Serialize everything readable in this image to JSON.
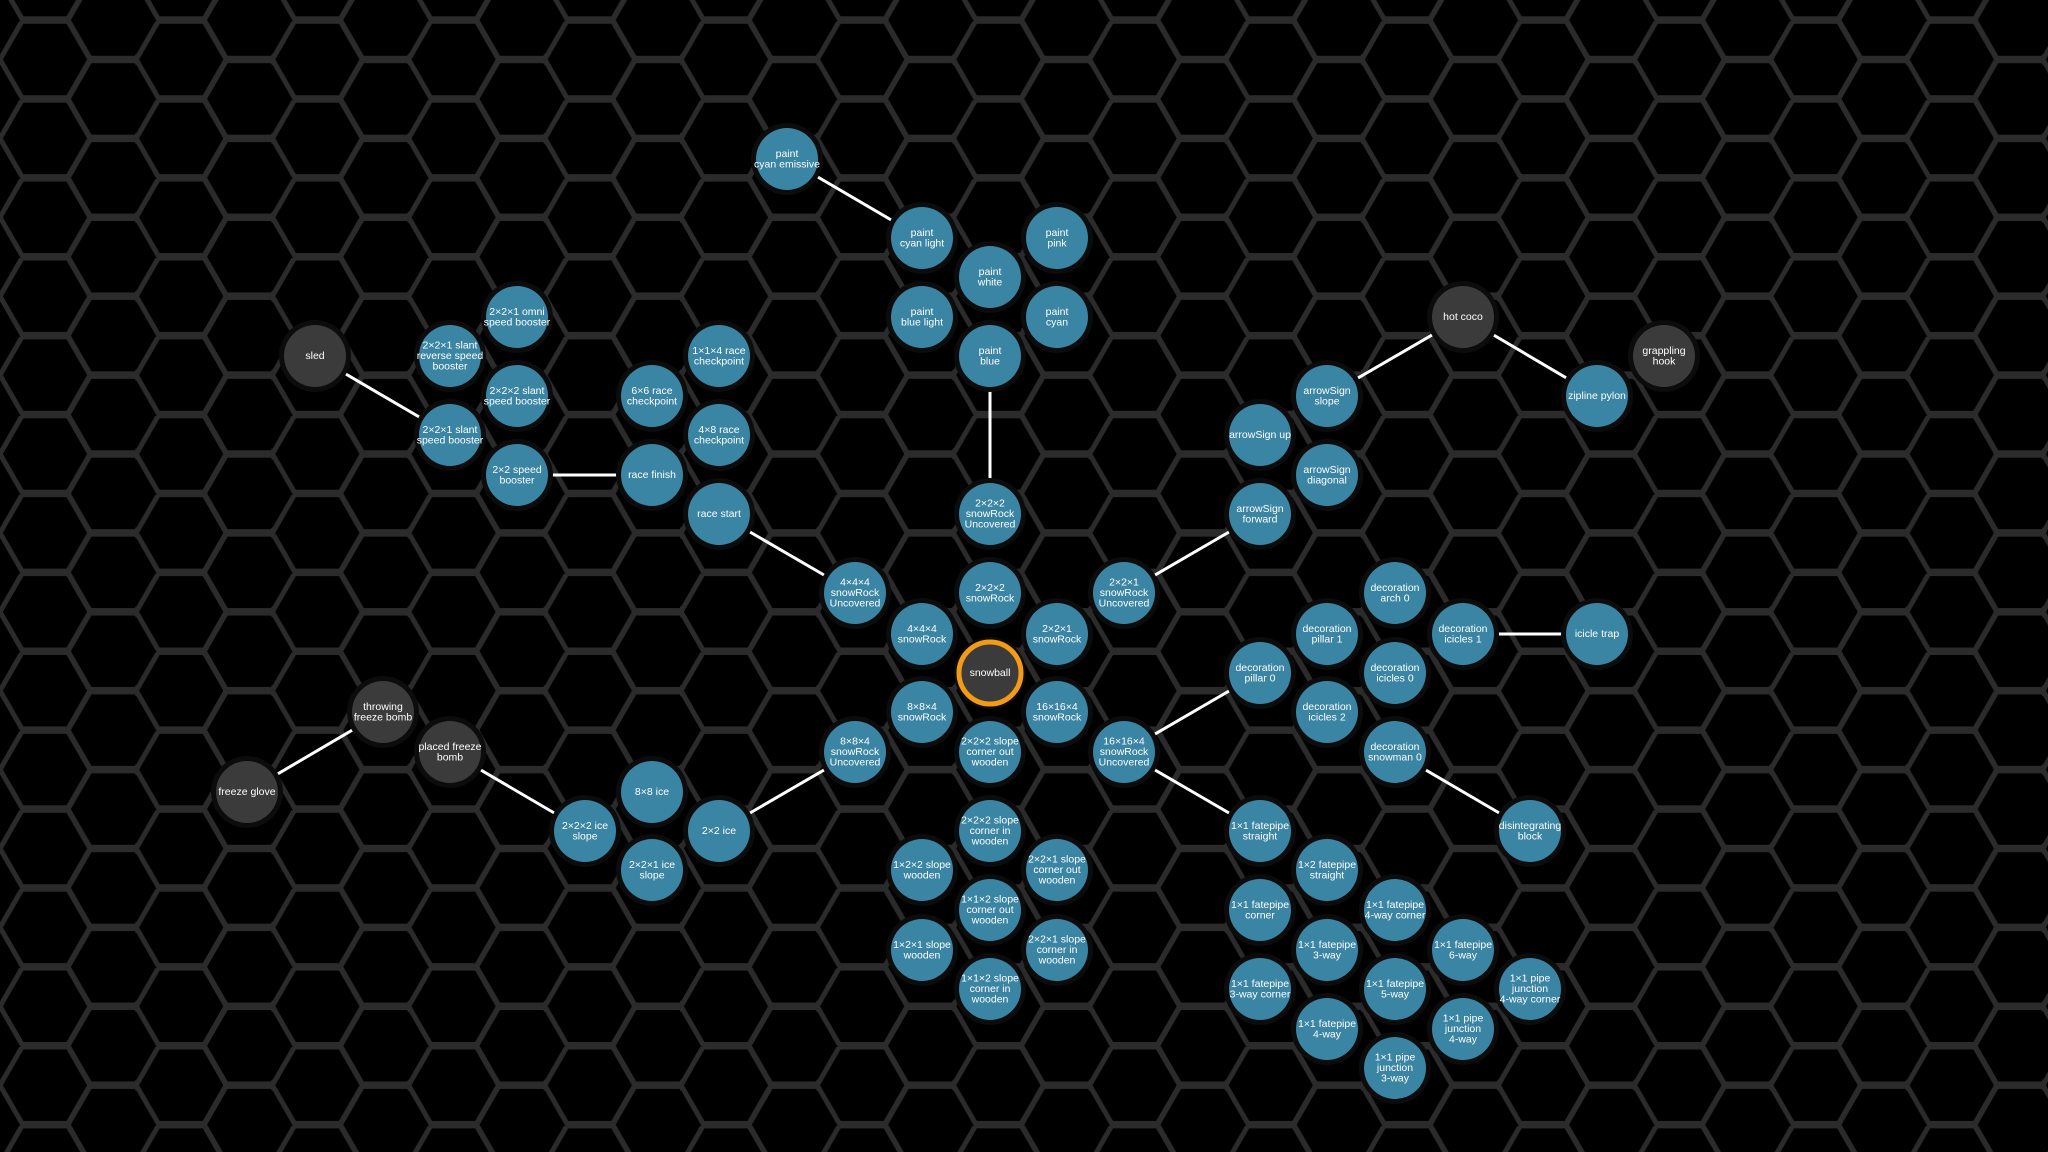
{
  "colors": {
    "background": "#000000",
    "hex_grid": "#2b2b2b",
    "node_unlocked": "#3a84a4",
    "node_locked": "#3b3b3b",
    "node_ring": "#0c0c0c",
    "link": "#ffffff",
    "selected_ring": "#f39a16"
  },
  "nodes": [
    {
      "id": "snowball",
      "label": [
        "snowball"
      ],
      "state": "locked",
      "selected": true
    },
    {
      "id": "2x2x2-snowrock",
      "label": [
        "2×2×2",
        "snowRock"
      ],
      "state": "unlocked"
    },
    {
      "id": "2x2x1-snowrock",
      "label": [
        "2×2×1",
        "snowRock"
      ],
      "state": "unlocked"
    },
    {
      "id": "16x16x4-snowrock",
      "label": [
        "16×16×4",
        "snowRock"
      ],
      "state": "unlocked"
    },
    {
      "id": "2x2x2-slope-corner-out-wooden",
      "label": [
        "2×2×2 slope",
        "corner out",
        "wooden"
      ],
      "state": "unlocked"
    },
    {
      "id": "8x8x4-snowrock",
      "label": [
        "8×8×4",
        "snowRock"
      ],
      "state": "unlocked"
    },
    {
      "id": "4x4x4-snowrock",
      "label": [
        "4×4×4",
        "snowRock"
      ],
      "state": "unlocked"
    },
    {
      "id": "2x2x2-snowrock-uncovered",
      "label": [
        "2×2×2",
        "snowRock",
        "Uncovered"
      ],
      "state": "unlocked"
    },
    {
      "id": "2x2x1-snowrock-uncovered",
      "label": [
        "2×2×1",
        "snowRock",
        "Uncovered"
      ],
      "state": "unlocked"
    },
    {
      "id": "16x16x4-snowrock-uncovered",
      "label": [
        "16×16×4",
        "snowRock",
        "Uncovered"
      ],
      "state": "unlocked"
    },
    {
      "id": "8x8x4-snowrock-uncovered",
      "label": [
        "8×8×4",
        "snowRock",
        "Uncovered"
      ],
      "state": "unlocked"
    },
    {
      "id": "4x4x4-snowrock-uncovered",
      "label": [
        "4×4×4",
        "snowRock",
        "Uncovered"
      ],
      "state": "unlocked"
    },
    {
      "id": "paint-blue",
      "label": [
        "paint",
        "blue"
      ],
      "state": "unlocked"
    },
    {
      "id": "paint-white",
      "label": [
        "paint",
        "white"
      ],
      "state": "unlocked"
    },
    {
      "id": "paint-cyan-light",
      "label": [
        "paint",
        "cyan light"
      ],
      "state": "unlocked"
    },
    {
      "id": "paint-blue-light",
      "label": [
        "paint",
        "blue light"
      ],
      "state": "unlocked"
    },
    {
      "id": "paint-pink",
      "label": [
        "paint",
        "pink"
      ],
      "state": "unlocked"
    },
    {
      "id": "paint-cyan",
      "label": [
        "paint",
        "cyan"
      ],
      "state": "unlocked"
    },
    {
      "id": "paint-cyan-emissive",
      "label": [
        "paint",
        "cyan emissive"
      ],
      "state": "unlocked"
    },
    {
      "id": "race-start",
      "label": [
        "race start"
      ],
      "state": "unlocked"
    },
    {
      "id": "race-finish",
      "label": [
        "race finish"
      ],
      "state": "unlocked"
    },
    {
      "id": "4x8-race-checkpoint",
      "label": [
        "4×8 race",
        "checkpoint"
      ],
      "state": "unlocked"
    },
    {
      "id": "6x6-race-checkpoint",
      "label": [
        "6×6 race",
        "checkpoint"
      ],
      "state": "unlocked"
    },
    {
      "id": "1x1x4-race-checkpoint",
      "label": [
        "1×1×4 race",
        "checkpoint"
      ],
      "state": "unlocked"
    },
    {
      "id": "2x2-speed-booster",
      "label": [
        "2×2 speed",
        "booster"
      ],
      "state": "unlocked"
    },
    {
      "id": "2x2x1-slant-speed-booster",
      "label": [
        "2×2×1 slant",
        "speed booster"
      ],
      "state": "unlocked"
    },
    {
      "id": "2x2x2-slant-speed-booster",
      "label": [
        "2×2×2 slant",
        "speed booster"
      ],
      "state": "unlocked"
    },
    {
      "id": "2x2x1-slant-reverse-speed-booster",
      "label": [
        "2×2×1 slant",
        "reverse speed",
        "booster"
      ],
      "state": "unlocked"
    },
    {
      "id": "2x2x1-omni-speed-booster",
      "label": [
        "2×2×1 omni",
        "speed booster"
      ],
      "state": "unlocked"
    },
    {
      "id": "sled",
      "label": [
        "sled"
      ],
      "state": "locked"
    },
    {
      "id": "arrowsign-forward",
      "label": [
        "arrowSign",
        "forward"
      ],
      "state": "unlocked"
    },
    {
      "id": "arrowsign-up",
      "label": [
        "arrowSign up"
      ],
      "state": "unlocked"
    },
    {
      "id": "arrowsign-slope",
      "label": [
        "arrowSign",
        "slope"
      ],
      "state": "unlocked"
    },
    {
      "id": "arrowsign-diagonal",
      "label": [
        "arrowSign",
        "diagonal"
      ],
      "state": "unlocked"
    },
    {
      "id": "hot-coco",
      "label": [
        "hot coco"
      ],
      "state": "locked"
    },
    {
      "id": "zipline-pylon",
      "label": [
        "zipline pylon"
      ],
      "state": "unlocked"
    },
    {
      "id": "grappling-hook",
      "label": [
        "grappling",
        "hook"
      ],
      "state": "locked"
    },
    {
      "id": "decoration-pillar-0",
      "label": [
        "decoration",
        "pillar 0"
      ],
      "state": "unlocked"
    },
    {
      "id": "decoration-pillar-1",
      "label": [
        "decoration",
        "pillar 1"
      ],
      "state": "unlocked"
    },
    {
      "id": "decoration-icicles-2",
      "label": [
        "decoration",
        "icicles 2"
      ],
      "state": "unlocked"
    },
    {
      "id": "decoration-arch-0",
      "label": [
        "decoration",
        "arch 0"
      ],
      "state": "unlocked"
    },
    {
      "id": "decoration-icicles-0",
      "label": [
        "decoration",
        "icicles 0"
      ],
      "state": "unlocked"
    },
    {
      "id": "decoration-snowman-0",
      "label": [
        "decoration",
        "snowman 0"
      ],
      "state": "unlocked"
    },
    {
      "id": "decoration-icicles-1",
      "label": [
        "decoration",
        "icicles 1"
      ],
      "state": "unlocked"
    },
    {
      "id": "icicle-trap",
      "label": [
        "icicle trap"
      ],
      "state": "unlocked"
    },
    {
      "id": "disintegrating-block",
      "label": [
        "disintegrating",
        "block"
      ],
      "state": "unlocked"
    },
    {
      "id": "2x2-ice",
      "label": [
        "2×2 ice"
      ],
      "state": "unlocked"
    },
    {
      "id": "8x8-ice",
      "label": [
        "8×8 ice"
      ],
      "state": "unlocked"
    },
    {
      "id": "2x2x2-ice-slope",
      "label": [
        "2×2×2 ice",
        "slope"
      ],
      "state": "unlocked"
    },
    {
      "id": "2x2x1-ice-slope",
      "label": [
        "2×2×1 ice",
        "slope"
      ],
      "state": "unlocked"
    },
    {
      "id": "placed-freeze-bomb",
      "label": [
        "placed freeze",
        "bomb"
      ],
      "state": "locked"
    },
    {
      "id": "throwing-freeze-bomb",
      "label": [
        "throwing",
        "freeze bomb"
      ],
      "state": "locked"
    },
    {
      "id": "freeze-glove",
      "label": [
        "freeze glove"
      ],
      "state": "locked"
    },
    {
      "id": "2x2x2-slope-corner-in-wooden",
      "label": [
        "2×2×2 slope",
        "corner in",
        "wooden"
      ],
      "state": "unlocked"
    },
    {
      "id": "1x2x2-slope-wooden",
      "label": [
        "1×2×2 slope",
        "wooden"
      ],
      "state": "unlocked"
    },
    {
      "id": "2x2x1-slope-corner-out-wooden",
      "label": [
        "2×2×1 slope",
        "corner out",
        "wooden"
      ],
      "state": "unlocked"
    },
    {
      "id": "1x1x2-slope-corner-out-wooden",
      "label": [
        "1×1×2 slope",
        "corner out",
        "wooden"
      ],
      "state": "unlocked"
    },
    {
      "id": "1x2x1-slope-wooden",
      "label": [
        "1×2×1 slope",
        "wooden"
      ],
      "state": "unlocked"
    },
    {
      "id": "2x2x1-slope-corner-in-wooden",
      "label": [
        "2×2×1 slope",
        "corner in",
        "wooden"
      ],
      "state": "unlocked"
    },
    {
      "id": "1x1x2-slope-corner-in-wooden",
      "label": [
        "1×1×2 slope",
        "corner in",
        "wooden"
      ],
      "state": "unlocked"
    },
    {
      "id": "1x1-fatepipe-straight",
      "label": [
        "1×1 fatepipe",
        "straight"
      ],
      "state": "unlocked"
    },
    {
      "id": "1x2-fatepipe-straight",
      "label": [
        "1×2 fatepipe",
        "straight"
      ],
      "state": "unlocked"
    },
    {
      "id": "1x1-fatepipe-corner",
      "label": [
        "1×1 fatepipe",
        "corner"
      ],
      "state": "unlocked"
    },
    {
      "id": "1x1-fatepipe-4-way-corner",
      "label": [
        "1×1 fatepipe",
        "4-way corner"
      ],
      "state": "unlocked"
    },
    {
      "id": "1x1-fatepipe-3-way",
      "label": [
        "1×1 fatepipe",
        "3-way"
      ],
      "state": "unlocked"
    },
    {
      "id": "1x1-fatepipe-6-way",
      "label": [
        "1×1 fatepipe",
        "6-way"
      ],
      "state": "unlocked"
    },
    {
      "id": "1x1-fatepipe-3-way-corner",
      "label": [
        "1×1 fatepipe",
        "3-way corner"
      ],
      "state": "unlocked"
    },
    {
      "id": "1x1-fatepipe-5-way",
      "label": [
        "1×1 fatepipe",
        "5-way"
      ],
      "state": "unlocked"
    },
    {
      "id": "1x1-pipe-junction-4-way-corner",
      "label": [
        "1×1 pipe",
        "junction",
        "4-way corner"
      ],
      "state": "unlocked"
    },
    {
      "id": "1x1-fatepipe-4-way",
      "label": [
        "1×1 fatepipe",
        "4-way"
      ],
      "state": "unlocked"
    },
    {
      "id": "1x1-pipe-junction-4-way",
      "label": [
        "1×1 pipe",
        "junction",
        "4-way"
      ],
      "state": "unlocked"
    },
    {
      "id": "1x1-pipe-junction-3-way",
      "label": [
        "1×1 pipe",
        "junction",
        "3-way"
      ],
      "state": "unlocked"
    }
  ],
  "links": [
    [
      "paint-cyan-emissive",
      "paint-cyan-light"
    ],
    [
      "paint-blue",
      "2x2x2-snowrock-uncovered"
    ],
    [
      "sled",
      "2x2x1-slant-speed-booster"
    ],
    [
      "2x2-speed-booster",
      "race-finish"
    ],
    [
      "race-start",
      "4x4x4-snowrock-uncovered"
    ],
    [
      "2x2x1-snowrock-uncovered",
      "arrowsign-forward"
    ],
    [
      "arrowsign-slope",
      "hot-coco"
    ],
    [
      "hot-coco",
      "zipline-pylon"
    ],
    [
      "decoration-icicles-1",
      "icicle-trap"
    ],
    [
      "16x16x4-snowrock-uncovered",
      "decoration-pillar-0"
    ],
    [
      "16x16x4-snowrock-uncovered",
      "1x1-fatepipe-straight"
    ],
    [
      "decoration-snowman-0",
      "disintegrating-block"
    ],
    [
      "8x8x4-snowrock-uncovered",
      "2x2-ice"
    ],
    [
      "2x2x2-ice-slope",
      "placed-freeze-bomb"
    ],
    [
      "throwing-freeze-bomb",
      "freeze-glove"
    ]
  ]
}
